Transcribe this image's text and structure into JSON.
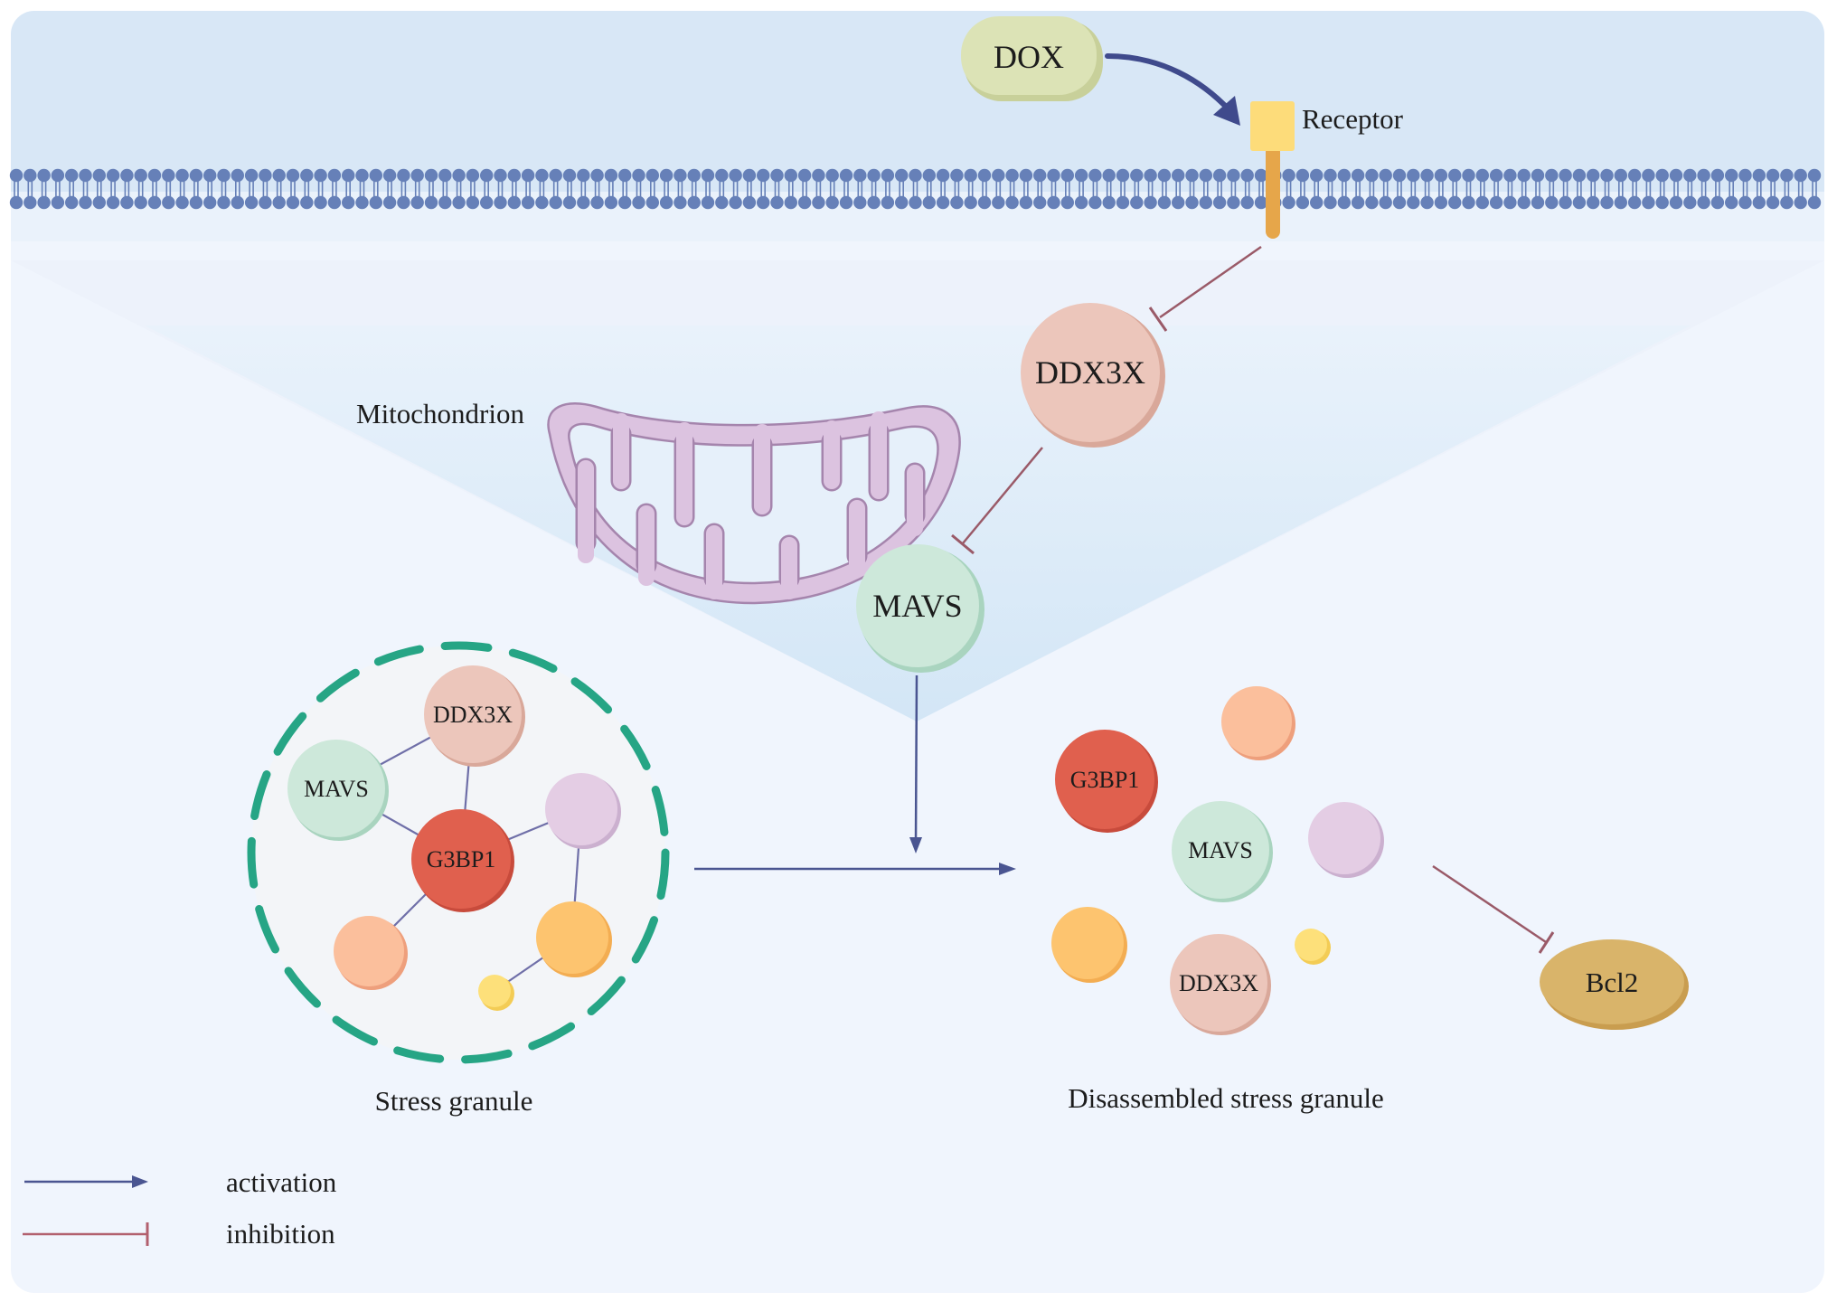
{
  "figure": {
    "type": "pathway-diagram",
    "title": "DOX-induced stress granule disassembly pathway"
  },
  "labels": {
    "dox": "DOX",
    "receptor": "Receptor",
    "mitochondrion": "Mitochondrion",
    "ddx3x": "DDX3X",
    "mavs": "MAVS",
    "stress_granule": "Stress granule",
    "disassembled": "Disassembled stress granule",
    "bcl2": "Bcl2"
  },
  "stress_granule": {
    "nodes": [
      {
        "id": "ddx3x",
        "label": "DDX3X",
        "kind": "ddx3x"
      },
      {
        "id": "mavs",
        "label": "MAVS",
        "kind": "mavs"
      },
      {
        "id": "g3bp1",
        "label": "G3BP1",
        "kind": "g3bp1"
      },
      {
        "id": "lilac",
        "label": "",
        "kind": "lilac"
      },
      {
        "id": "peach",
        "label": "",
        "kind": "peach"
      },
      {
        "id": "orange",
        "label": "",
        "kind": "orange"
      },
      {
        "id": "yellow",
        "label": "",
        "kind": "yellow"
      }
    ],
    "links": [
      [
        "ddx3x",
        "mavs"
      ],
      [
        "ddx3x",
        "g3bp1"
      ],
      [
        "mavs",
        "g3bp1"
      ],
      [
        "g3bp1",
        "lilac"
      ],
      [
        "g3bp1",
        "peach"
      ],
      [
        "lilac",
        "orange"
      ],
      [
        "orange",
        "yellow"
      ]
    ]
  },
  "disassembled": {
    "nodes": [
      {
        "id": "peach",
        "label": "",
        "kind": "peach"
      },
      {
        "id": "g3bp1",
        "label": "G3BP1",
        "kind": "g3bp1"
      },
      {
        "id": "mavs",
        "label": "MAVS",
        "kind": "mavs"
      },
      {
        "id": "lilac",
        "label": "",
        "kind": "lilac"
      },
      {
        "id": "orange",
        "label": "",
        "kind": "orange"
      },
      {
        "id": "yellow",
        "label": "",
        "kind": "yellow"
      },
      {
        "id": "ddx3x",
        "label": "DDX3X",
        "kind": "ddx3x"
      }
    ]
  },
  "edges": [
    {
      "from": "DOX",
      "to": "Receptor",
      "type": "activation"
    },
    {
      "from": "Receptor",
      "to": "DDX3X",
      "type": "inhibition"
    },
    {
      "from": "DDX3X",
      "to": "MAVS",
      "type": "inhibition"
    },
    {
      "from": "MAVS",
      "to": "Stress granule transition",
      "type": "activation"
    },
    {
      "from": "Stress granule",
      "to": "Disassembled stress granule",
      "type": "activation"
    },
    {
      "from": "Disassembled stress granule",
      "to": "Bcl2",
      "type": "inhibition"
    }
  ],
  "legend": [
    {
      "type": "activation",
      "label": "activation"
    },
    {
      "type": "inhibition",
      "label": "inhibition"
    }
  ],
  "colors": {
    "activation": "#4a5591",
    "inhibition": "#9a5a68",
    "membrane": "#6680b8",
    "granule_dash": "#26a585",
    "ddx3x": "#ecc6bb",
    "mavs": "#cde8da",
    "g3bp1": "#e0604e",
    "lilac": "#e4cde4",
    "peach": "#fbbf9c",
    "orange": "#fdc46f",
    "yellow": "#fde07a",
    "bcl2": "#d9b46a",
    "dox": "#dce3b6",
    "receptor_head": "#fddc7a",
    "receptor_stalk": "#e6a64a",
    "mitochondrion": "#dcc3e0"
  }
}
